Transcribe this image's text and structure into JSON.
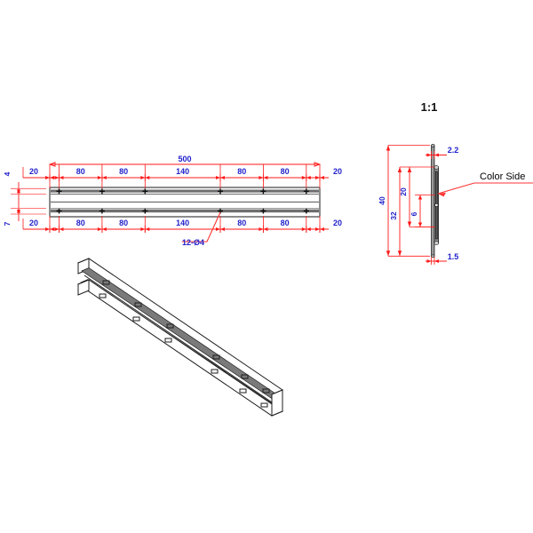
{
  "sheet": {
    "background": "#ffffff",
    "dim_color": "#2222cc",
    "line_color": "#ff1a1a",
    "object_color": "#1a1a1a"
  },
  "plan_view": {
    "overall_label": "500",
    "top_chain": [
      "20",
      "80",
      "80",
      "140",
      "80",
      "80",
      "20"
    ],
    "bottom_chain": [
      "20",
      "80",
      "80",
      "140",
      "80",
      "80",
      "20"
    ],
    "left_top_label": "4",
    "left_bottom_label": "7",
    "hole_callout": "12-Ø4"
  },
  "section_view": {
    "scale_label": "1:1",
    "height_overall": "40",
    "height_inner": "32",
    "height_mid": "20",
    "height_small": "6",
    "width_top": "2.2",
    "width_bottom": "1.5",
    "color_side_note": "Color Side"
  },
  "iso_view": {
    "name": "isometric-hinge-strip"
  }
}
